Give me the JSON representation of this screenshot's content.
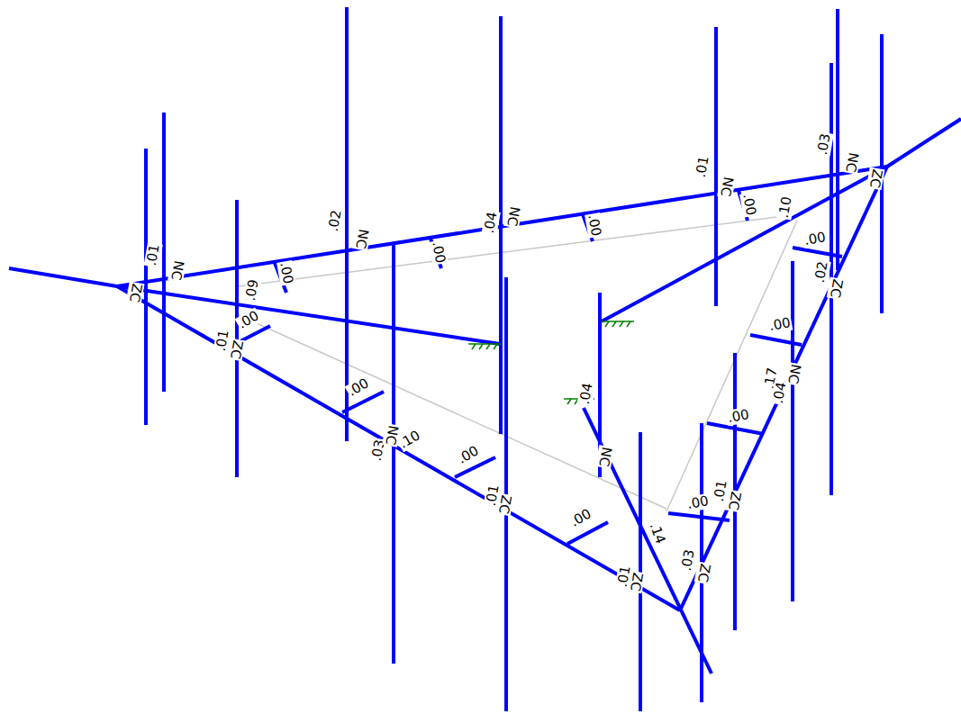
{
  "diagram": {
    "labels": [
      ".01",
      "NC",
      "ZC",
      ".09",
      ".00",
      ".02",
      "NC",
      ".00",
      ".04",
      "NC",
      ".00",
      ".01",
      "NC",
      ".00",
      ".10",
      ".03",
      "NC",
      "ZC",
      ".00",
      ".01",
      "ZC",
      ".00",
      ".03",
      "NC",
      ".10",
      ".00",
      ".01",
      "ZC",
      ".00",
      ".01",
      "ZC",
      ".14",
      ".00",
      ".02",
      "ZC",
      ".00",
      ".17",
      ".04",
      "NC",
      ".00",
      ".00",
      ".01",
      "ZC",
      ".03",
      "ZC",
      ".04",
      "NC"
    ]
  }
}
